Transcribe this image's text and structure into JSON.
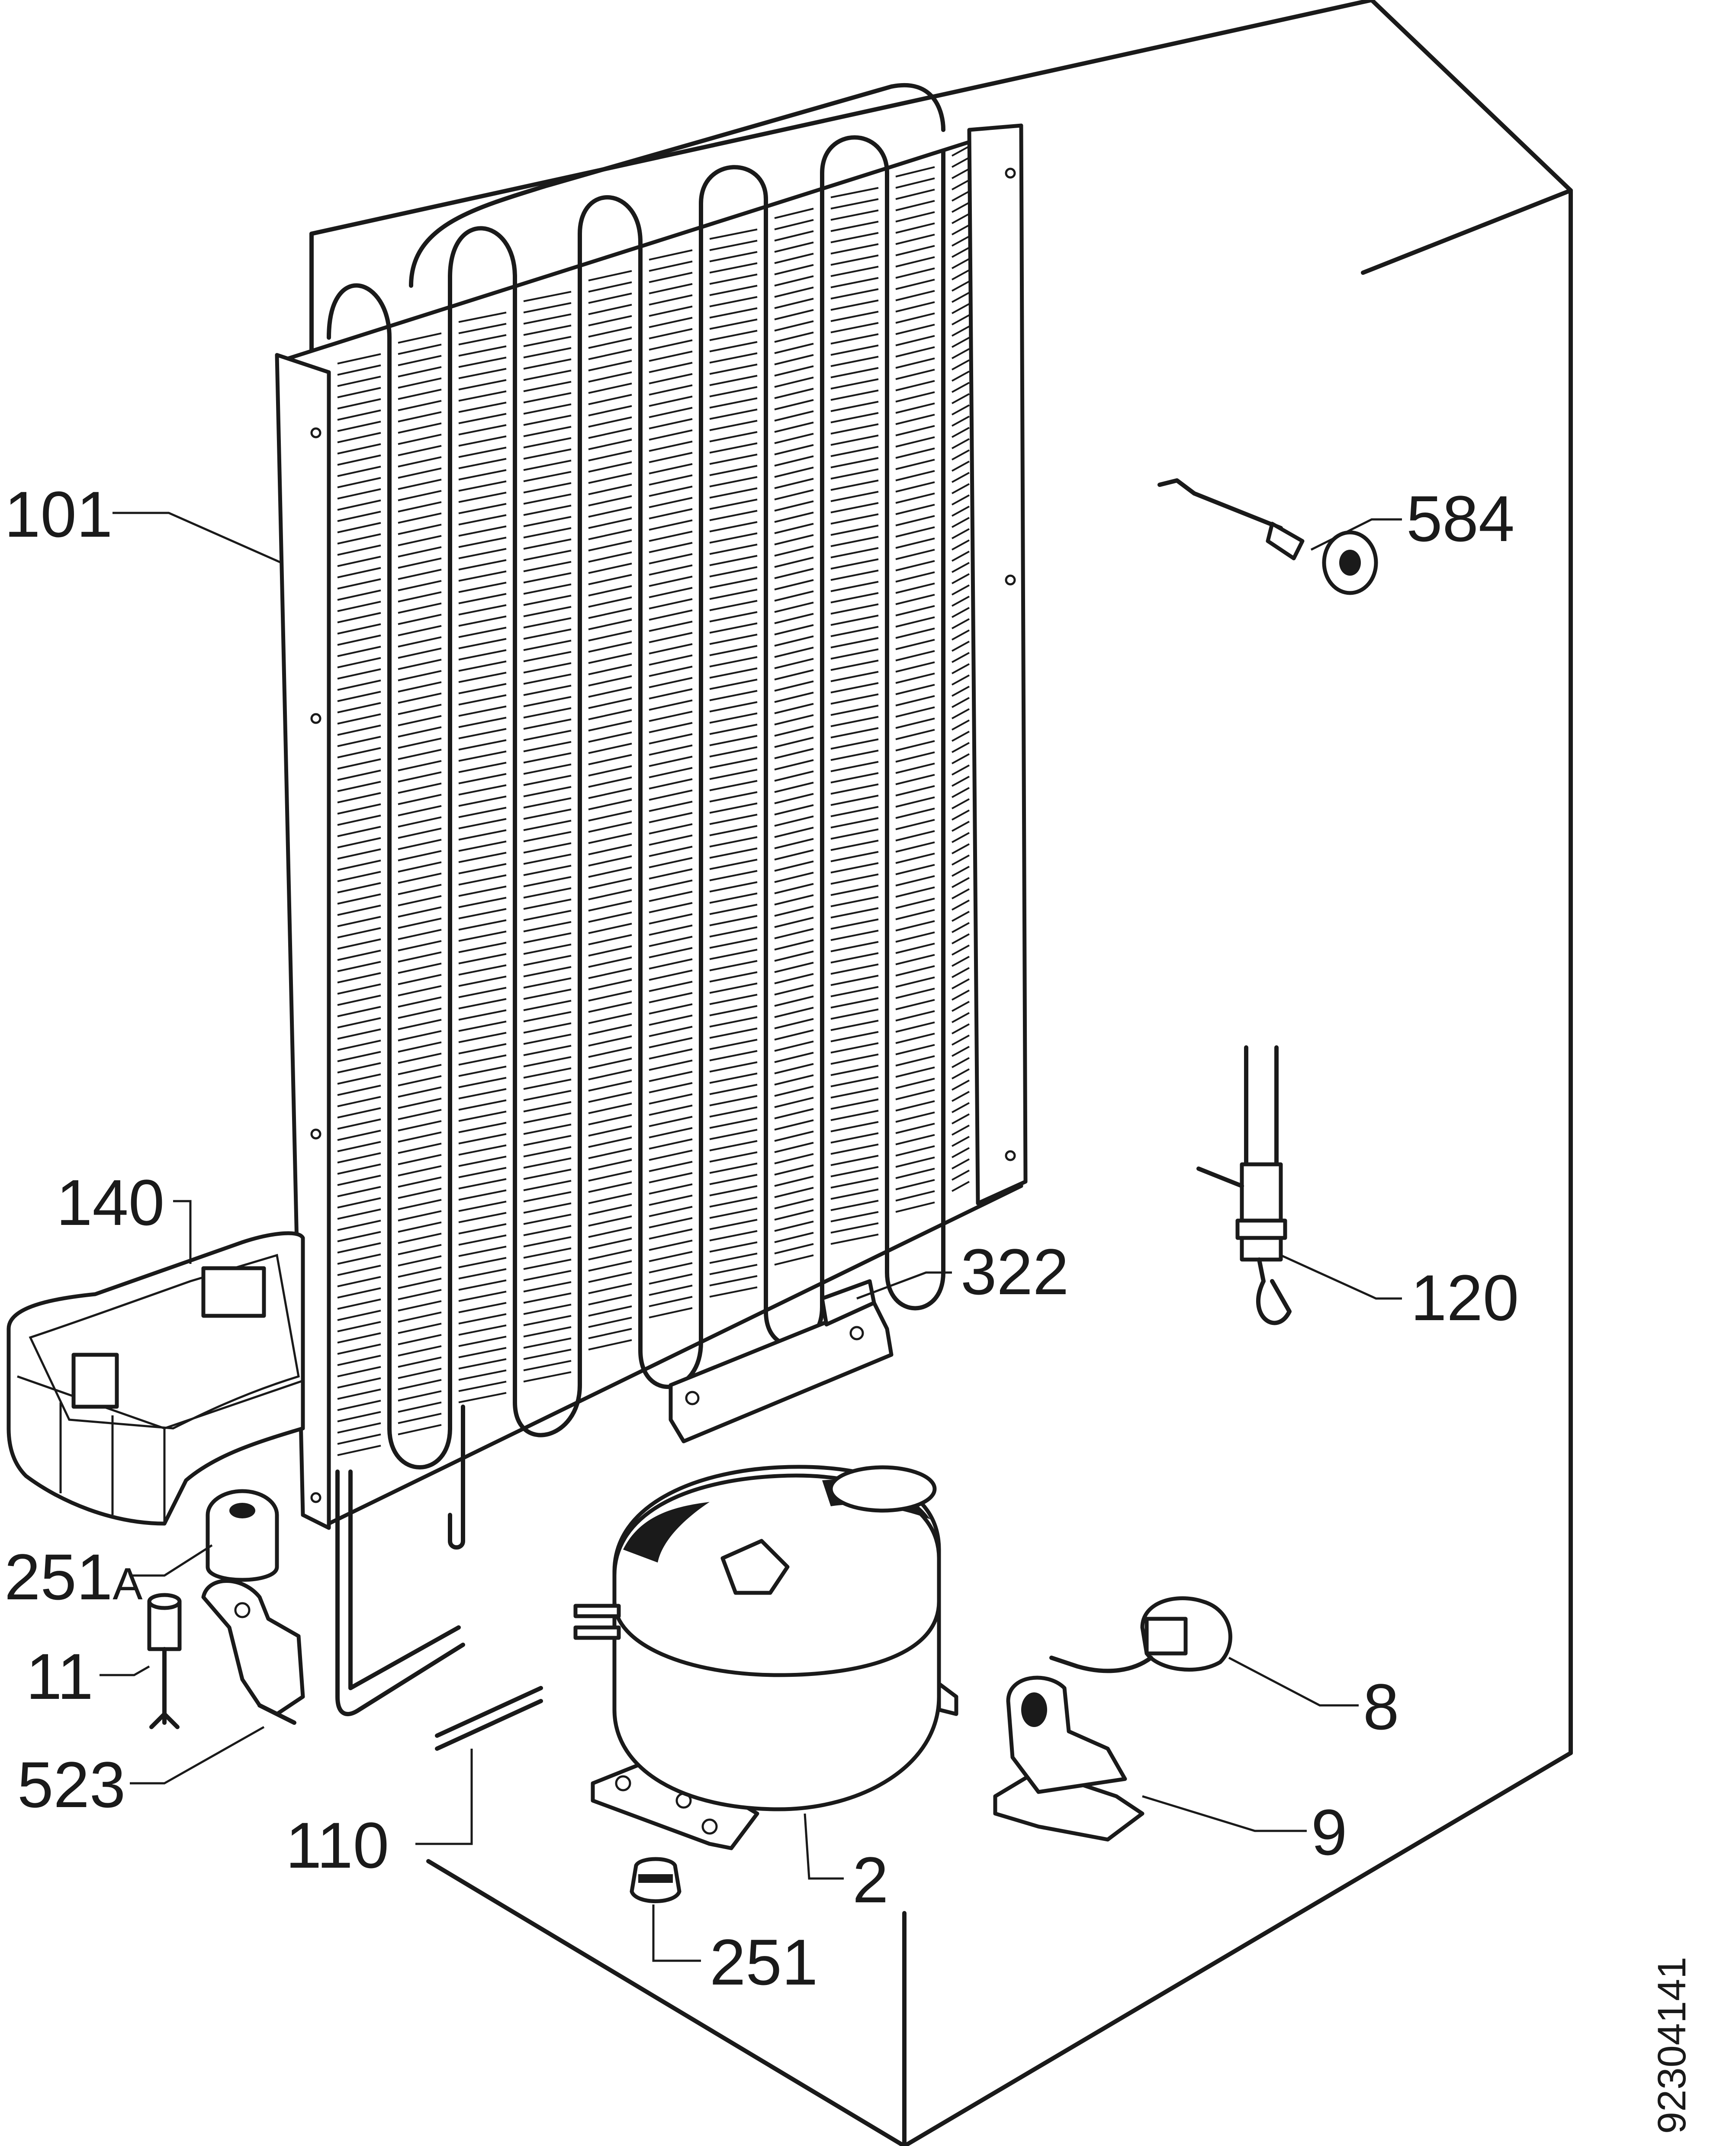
{
  "callouts": [
    {
      "id": "101"
    },
    {
      "id": "584"
    },
    {
      "id": "140"
    },
    {
      "id": "322"
    },
    {
      "id": "120"
    },
    {
      "id": "251",
      "suffix": "A"
    },
    {
      "id": "11"
    },
    {
      "id": "523"
    },
    {
      "id": "8"
    },
    {
      "id": "9"
    },
    {
      "id": "110"
    },
    {
      "id": "2"
    },
    {
      "id": "251"
    }
  ],
  "drawing_code": "92304141"
}
